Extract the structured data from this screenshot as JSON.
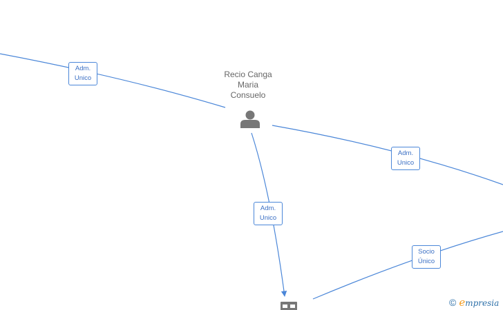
{
  "colors": {
    "edge": "#4a86d8",
    "edge_label_text": "#3a6fc4",
    "node_icon": "#777777",
    "node_label": "#666666",
    "brand_text": "#2c6fa8",
    "brand_accent": "#f39a1c"
  },
  "nodes": [
    {
      "id": "person",
      "type": "person-icon",
      "label_lines": [
        "Recio Canga",
        "Maria",
        "Consuelo"
      ]
    },
    {
      "id": "company",
      "type": "building-icon",
      "label_lines": []
    }
  ],
  "edges": [
    {
      "id": "e1",
      "label_lines": [
        "Adm.",
        "Unico"
      ]
    },
    {
      "id": "e2",
      "label_lines": [
        "Adm.",
        "Unico"
      ]
    },
    {
      "id": "e3",
      "label_lines": [
        "Adm.",
        "Unico"
      ]
    },
    {
      "id": "e4",
      "label_lines": [
        "Socio",
        "Único"
      ]
    }
  ],
  "brand": {
    "copyright": "©",
    "initial": "e",
    "rest": "mpresia"
  }
}
